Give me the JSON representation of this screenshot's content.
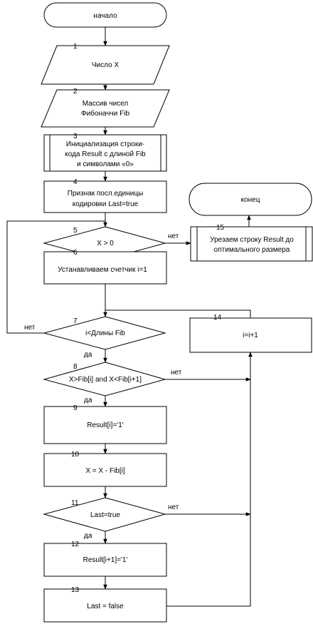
{
  "blocks": {
    "start": "начало",
    "end": "конец",
    "b1": {
      "num": "1",
      "lines": [
        "Число X"
      ]
    },
    "b2": {
      "num": "2",
      "lines": [
        "Массив чисел",
        "Фибоначчи Fib"
      ]
    },
    "b3": {
      "num": "3",
      "lines": [
        "Инициализация строки-",
        "кода Result с длиной Fib",
        "и символами «0»"
      ]
    },
    "b4": {
      "num": "4",
      "lines": [
        "Признак посл.единицы",
        "кодировки  Last=true"
      ]
    },
    "b5": {
      "num": "5",
      "lines": [
        "X > 0"
      ]
    },
    "b6": {
      "num": "6",
      "lines": [
        "Устанавливаем счетчик  i=1"
      ]
    },
    "b7": {
      "num": "7",
      "lines": [
        "i<Длины Fib"
      ]
    },
    "b8": {
      "num": "8",
      "lines": [
        "X>Fib[i] and X<Fib[i+1]"
      ]
    },
    "b9": {
      "num": "9",
      "lines": [
        "Result[i]='1'"
      ]
    },
    "b10": {
      "num": "10",
      "lines": [
        "X = X - Fib[i]"
      ]
    },
    "b11": {
      "num": "11",
      "lines": [
        "Last=true"
      ]
    },
    "b12": {
      "num": "12",
      "lines": [
        "Result[i+1]='1'"
      ]
    },
    "b13": {
      "num": "13",
      "lines": [
        "Last = false"
      ]
    },
    "b14": {
      "num": "14",
      "lines": [
        "i=i+1"
      ]
    },
    "b15": {
      "num": "15",
      "lines": [
        "Урезаем строку Result до",
        "оптимального размера"
      ]
    }
  },
  "labels": {
    "yes": "да",
    "no": "нет"
  }
}
